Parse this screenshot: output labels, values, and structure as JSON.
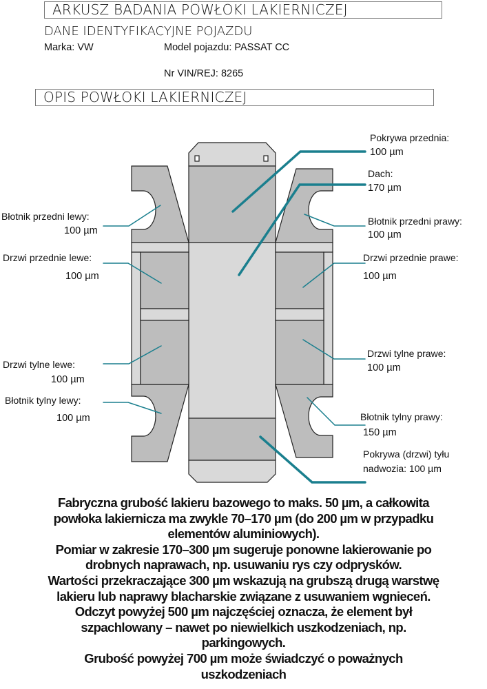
{
  "header": {
    "title": "ARKUSZ BADANIA POWŁOKI LAKIERNICZEJ",
    "vehicle_section": "DANE IDENTYFIKACYJNE POJAZDU",
    "make_label": "Marka:  VW",
    "model_label": "Model pojazdu: PASSAT CC",
    "vin_label": "Nr VIN/REJ: 8265",
    "coating_section": "OPIS POWŁOKI LAKIERNICZEJ"
  },
  "parts": {
    "hood": {
      "label": "Pokrywa przednia:",
      "value": "100 µm"
    },
    "roof": {
      "label": "Dach:",
      "value": "170 µm"
    },
    "front_left_fender": {
      "label": "Błotnik przedni lewy:",
      "value": "100 µm"
    },
    "front_right_fender": {
      "label": "Błotnik przedni prawy:",
      "value": "100 µm"
    },
    "front_left_door": {
      "label": "Drzwi przednie lewe:",
      "value": "100 µm"
    },
    "front_right_door": {
      "label": "Drzwi przednie prawe:",
      "value": "100 µm"
    },
    "rear_left_door": {
      "label": "Drzwi tylne lewe:",
      "value": "100 µm"
    },
    "rear_right_door": {
      "label": "Drzwi tylne prawe:",
      "value": "100 µm"
    },
    "rear_left_fender": {
      "label": "Błotnik tylny lewy:",
      "value": "100 µm"
    },
    "rear_right_fender": {
      "label": "Błotnik tylny prawy:",
      "value": "150 µm"
    },
    "trunk": {
      "label": "Pokrywa (drzwi) tyłu",
      "value": "nadwozia: 100 µm"
    }
  },
  "colors": {
    "leader": "#1a7f8e",
    "panel_dark": "#bdbdbd",
    "panel_light": "#d9d9d9"
  },
  "note_lines": [
    "Fabryczna grubość lakieru bazowego to maks. 50 µm, a całkowita",
    "powłoka lakiernicza ma zwykle 70–170 µm (do 200 µm w przypadku",
    "elementów aluminiowych).",
    "Pomiar w zakresie 170–300 µm sugeruje ponowne lakierowanie po",
    "drobnych naprawach, np. usuwaniu rys czy odprysków.",
    "Wartości przekraczające 300 µm wskazują na grubszą drugą warstwę",
    "lakieru lub naprawy blacharskie związane z usuwaniem wgnieceń.",
    "Odczyt powyżej 500 µm najczęściej oznacza, że element był",
    "szpachlowany – nawet po niewielkich uszkodzeniach, np.",
    "parkingowych.",
    "Grubość powyżej 700 µm może świadczyć o poważnych",
    "uszkodzeniach"
  ]
}
